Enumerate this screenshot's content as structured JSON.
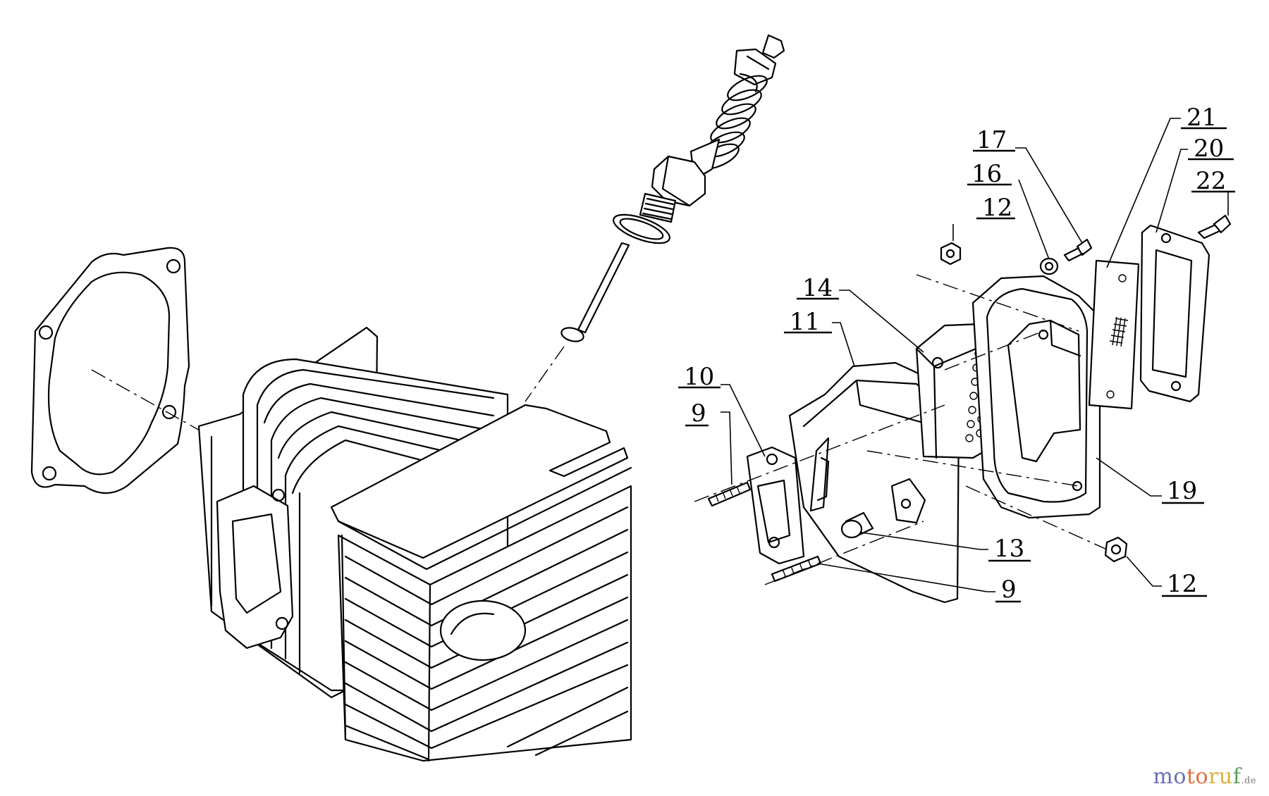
{
  "callouts": {
    "c21": "21",
    "c20": "20",
    "c22": "22",
    "c17": "17",
    "c16": "16",
    "c12a": "12",
    "c14": "14",
    "c11": "11",
    "c10": "10",
    "c9a": "9",
    "c19": "19",
    "c13": "13",
    "c9b": "9",
    "c12b": "12"
  },
  "watermark": {
    "p1": "mo",
    "p2": "to",
    "p3": "ru",
    "p4": "f",
    "tld": ".de"
  }
}
